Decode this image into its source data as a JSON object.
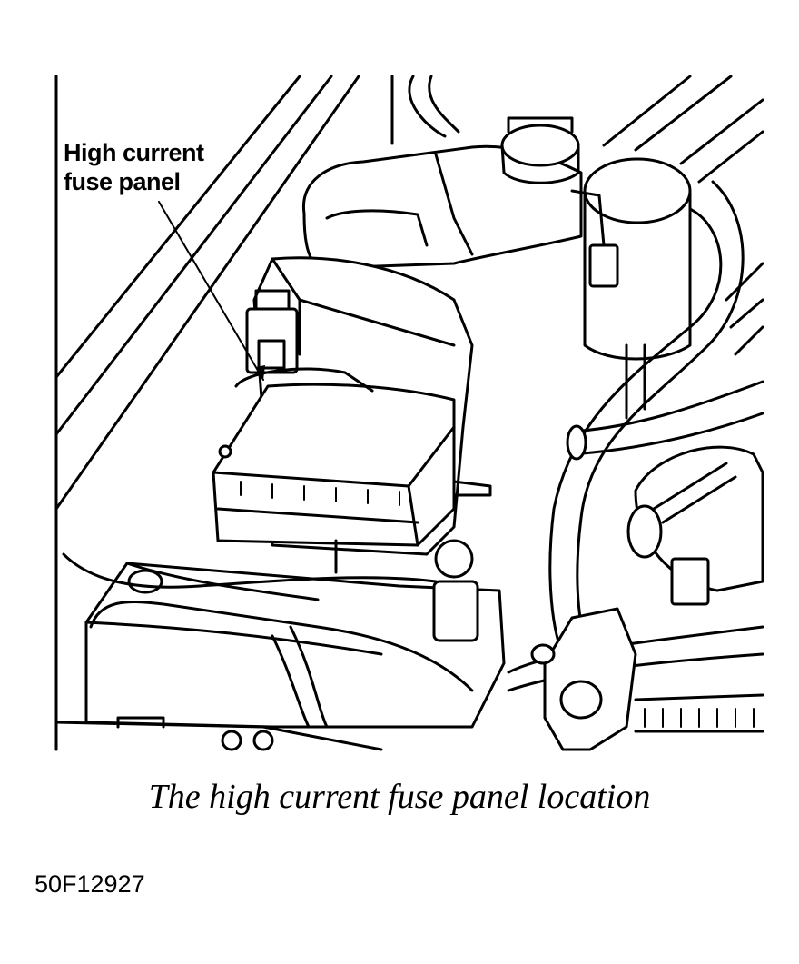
{
  "callout": {
    "line1": "High current",
    "line2": "fuse panel"
  },
  "caption": "The high current fuse panel location",
  "figure_id": "50F12927"
}
